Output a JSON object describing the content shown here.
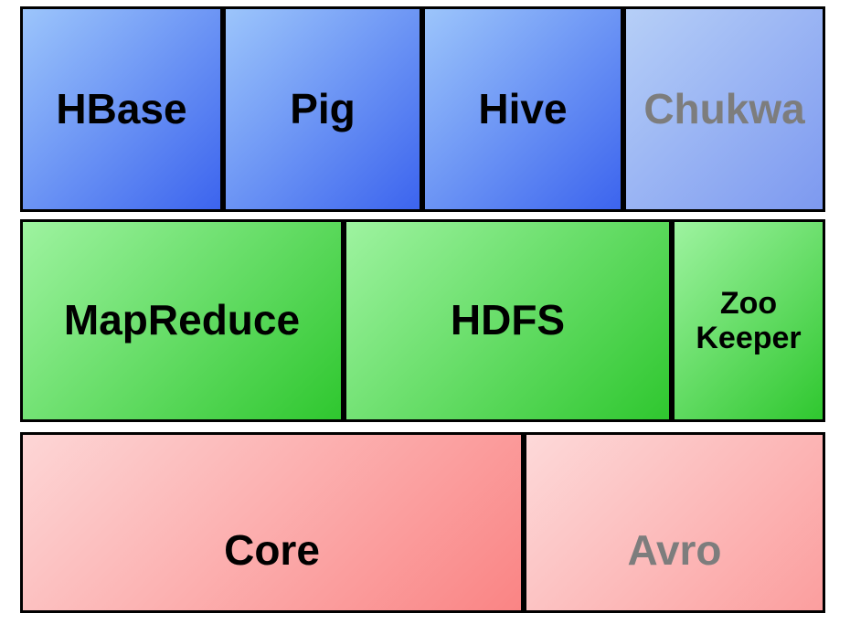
{
  "diagram": {
    "rows": [
      {
        "name": "top",
        "boxes": [
          {
            "label": "HBase"
          },
          {
            "label": "Pig"
          },
          {
            "label": "Hive"
          },
          {
            "label": "Chukwa"
          }
        ]
      },
      {
        "name": "middle",
        "boxes": [
          {
            "label": "MapReduce"
          },
          {
            "label": "HDFS"
          },
          {
            "label": "Zoo Keeper"
          }
        ]
      },
      {
        "name": "bottom",
        "boxes": [
          {
            "label": "Core"
          },
          {
            "label": "Avro"
          }
        ]
      }
    ]
  },
  "colors": {
    "blue-light": "#9cc5fb",
    "blue-dark": "#3c64ee",
    "blue-muted-light": "#b6cff7",
    "blue-muted-dark": "#7d99f0",
    "green-light": "#9ef3a0",
    "green-dark": "#2fc72f",
    "pink-light": "#fdd6d6",
    "pink-dark": "#fa8484",
    "pink-muted-light": "#fdd9d9",
    "pink-muted-dark": "#fb9e9e",
    "text-primary": "#000000",
    "text-muted": "#7d7d7d",
    "border": "#000000",
    "background": "#ffffff"
  }
}
